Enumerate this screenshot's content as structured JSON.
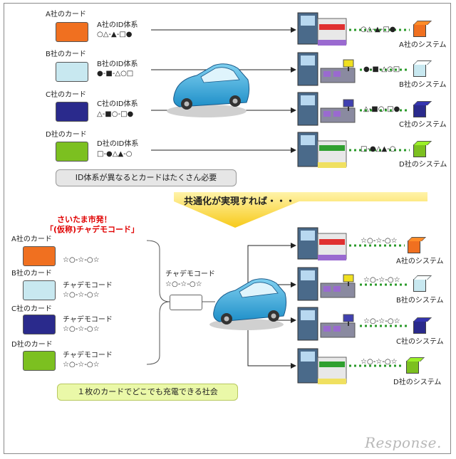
{
  "top": {
    "cards": [
      {
        "label": "A社のカード",
        "id_label": "A社のID体系",
        "id_code": "○△-▲-□●",
        "color": "#f07020",
        "system": "A社のシステム",
        "sys_code": "○△-▲-□●"
      },
      {
        "label": "B社のカード",
        "id_label": "B社のID体系",
        "id_code": "●-■-△○□",
        "color": "#c8e8f0",
        "system": "B社のシステム",
        "sys_code": "●-■-△○□"
      },
      {
        "label": "C社のカード",
        "id_label": "C社のID体系",
        "id_code": "△-■○-□●",
        "color": "#2a2a8c",
        "system": "C社のシステム",
        "sys_code": "△-■○-□●"
      },
      {
        "label": "D社のカード",
        "id_label": "D社のID体系",
        "id_code": "□-●△▲-○",
        "color": "#7cc020",
        "system": "D社のシステム",
        "sys_code": "□-●△▲-○"
      }
    ],
    "note": "ID体系が異なるとカードはたくさん必要"
  },
  "banner": "共通化が実現すれば・・・",
  "bottom": {
    "saitama_line1": "さいたま市発！",
    "saitama_line2": "「(仮称)チャデモコード」",
    "cards": [
      {
        "label": "A社のカード",
        "color": "#f07020",
        "system": "A社のシステム"
      },
      {
        "label": "B社のカード",
        "color": "#c8e8f0",
        "system": "B社のシステム"
      },
      {
        "label": "C社のカード",
        "color": "#2a2a8c",
        "system": "C社のシステム"
      },
      {
        "label": "D社のカード",
        "color": "#7cc020",
        "system": "D社のシステム"
      }
    ],
    "card_code_label": "チャデモコード",
    "code": "☆○-☆-○☆",
    "center_label": "チャデモコード",
    "center_code": "☆○-☆-○☆",
    "note": "１枚のカードでどこでも充電できる社会"
  },
  "watermark": "Response."
}
